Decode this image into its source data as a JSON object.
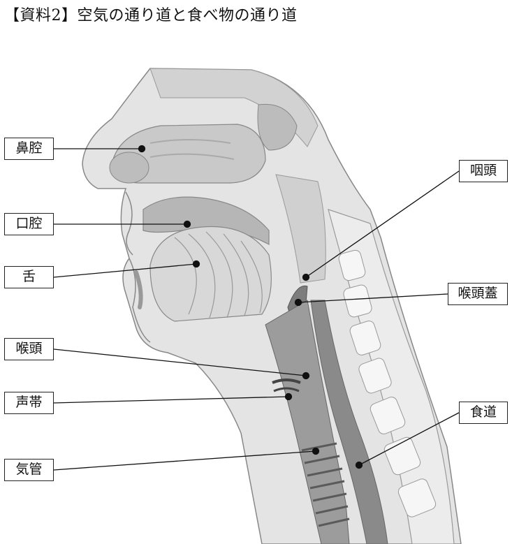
{
  "title": "【資料2】空気の通り道と食べ物の通り道",
  "labels": {
    "nasal_cavity": "鼻腔",
    "oral_cavity": "口腔",
    "tongue": "舌",
    "larynx": "喉頭",
    "vocal_cords": "声帯",
    "trachea": "気管",
    "pharynx": "咽頭",
    "epiglottis": "喉頭蓋",
    "esophagus": "食道"
  }
}
